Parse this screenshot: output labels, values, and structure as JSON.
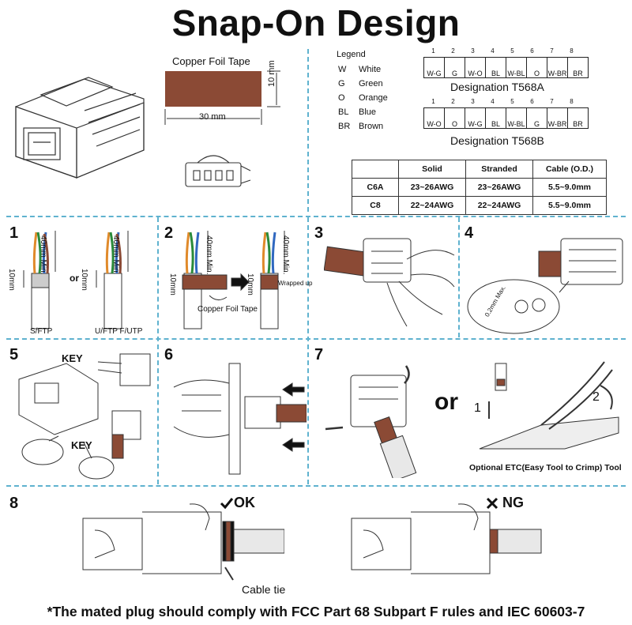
{
  "title": "Snap-On Design",
  "copper_tape": {
    "label": "Copper Foil Tape",
    "width": "30 mm",
    "height": "10 mm",
    "color": "#8b4a35"
  },
  "legend": {
    "heading": "Legend",
    "items": [
      {
        "code": "W",
        "name": "White"
      },
      {
        "code": "G",
        "name": "Green"
      },
      {
        "code": "O",
        "name": "Orange"
      },
      {
        "code": "BL",
        "name": "Blue"
      },
      {
        "code": "BR",
        "name": "Brown"
      }
    ]
  },
  "t568a": {
    "label": "Designation T568A",
    "pins": [
      "1",
      "2",
      "3",
      "4",
      "5",
      "6",
      "7",
      "8"
    ],
    "colors": [
      "W-G",
      "G",
      "W-O",
      "BL",
      "W-BL",
      "O",
      "W-BR",
      "BR"
    ]
  },
  "t568b": {
    "label": "Designation T568B",
    "pins": [
      "1",
      "2",
      "3",
      "4",
      "5",
      "6",
      "7",
      "8"
    ],
    "colors": [
      "W-O",
      "O",
      "W-G",
      "BL",
      "W-BL",
      "G",
      "W-BR",
      "BR"
    ]
  },
  "spec_table": {
    "headers": [
      "",
      "Solid",
      "Stranded",
      "Cable (O.D.)"
    ],
    "rows": [
      [
        "C6A",
        "23~26AWG",
        "23~26AWG",
        "5.5~9.0mm"
      ],
      [
        "C8",
        "22~24AWG",
        "22~24AWG",
        "5.5~9.0mm"
      ]
    ]
  },
  "steps": {
    "s1": {
      "num": "1",
      "dim_top": "40mm Min.",
      "dim_bottom": "10mm",
      "or": "or",
      "label_left": "S/FTP",
      "label_right": "U/FTP  F/UTP"
    },
    "s2": {
      "num": "2",
      "dim_top": "40mm Min.",
      "dim_bottom": "10mm",
      "tape_label": "Copper Foil Tape",
      "wrapped": "Wrapped up"
    },
    "s3": {
      "num": "3"
    },
    "s4": {
      "num": "4",
      "max": "0.2mm Max."
    },
    "s5": {
      "num": "5",
      "key1": "KEY",
      "key2": "KEY"
    },
    "s6": {
      "num": "6"
    },
    "s7": {
      "num": "7",
      "or": "or",
      "n1": "1",
      "n2": "2",
      "tool": "Optional ETC(Easy Tool to Crimp) Tool"
    },
    "s8": {
      "num": "8",
      "ok": "OK",
      "ng": "NG",
      "tie": "Cable tie"
    }
  },
  "footer": "*The mated plug should comply with FCC Part 68 Subpart F rules and IEC 60603-7"
}
